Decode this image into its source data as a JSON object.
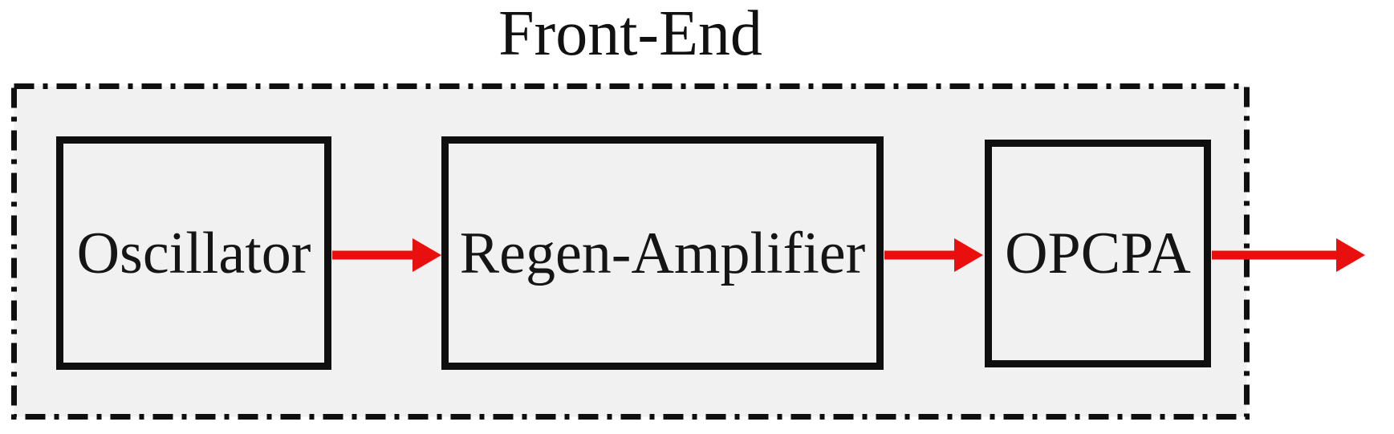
{
  "title": "Front-End",
  "blocks": [
    {
      "id": "oscillator",
      "label": "Oscillator"
    },
    {
      "id": "regen-amplifier",
      "label": "Regen-Amplifier"
    },
    {
      "id": "opcpa",
      "label": "OPCPA"
    }
  ],
  "arrows": [
    {
      "from": "Oscillator",
      "to": "Regen-Amplifier"
    },
    {
      "from": "Regen-Amplifier",
      "to": "OPCPA"
    },
    {
      "from": "OPCPA",
      "to": "output"
    }
  ],
  "colors": {
    "arrow": "#e90f0f",
    "frame_fill": "#f1f1f1",
    "line_black": "#0f0f0f",
    "text": "#151515"
  }
}
